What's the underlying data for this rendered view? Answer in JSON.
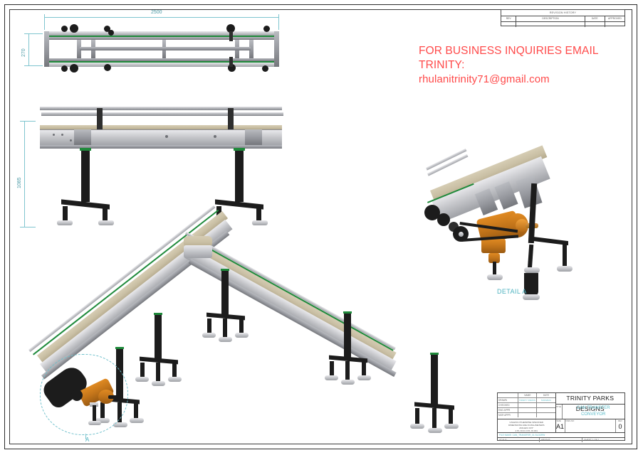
{
  "sheet": {
    "background": "#ffffff",
    "border_color": "#2b2b2b"
  },
  "revision_table": {
    "title": "REVISION HISTORY",
    "columns": [
      "REV",
      "DESCRIPTION",
      "DATE",
      "APPROVED"
    ],
    "rows": []
  },
  "contact_note": {
    "line1": "FOR BUSINESS INQUIRIES EMAIL TRINITY:",
    "line2": "rhulanitrinity71@gmail.com",
    "color": "#ff4a4a"
  },
  "dimensions": {
    "top_view_length": "2500",
    "top_view_width": "270",
    "side_view_height": "1085",
    "color": "#4b9aa6"
  },
  "detail": {
    "label": "DETAIL A",
    "callout_letter": "A",
    "color": "#4fb3c0"
  },
  "title_block": {
    "header_name": "NAME",
    "header_date": "DATE",
    "rows": [
      {
        "label": "DRAWN",
        "name": "TRINITY PARKS",
        "date": "5/18/2023"
      },
      {
        "label": "CHECKED",
        "name": "",
        "date": ""
      },
      {
        "label": "ENG APPR",
        "name": "",
        "date": ""
      },
      {
        "label": "MGR APPR",
        "name": "",
        "date": ""
      }
    ],
    "notes": [
      "UNLESS OTHERWISE SPECIFIED",
      "DIMENSIONS ARE IN MILLIMETERS",
      "ANGLES ±0.5°",
      "2 PL ±0.01  3 PL ±0.001"
    ],
    "company": "TRINITY PARKS DESIGNS",
    "title_label": "TITLE",
    "title_line1": "CAN TRANSFER",
    "title_line2": "CONVEYOR",
    "size_label": "SIZE",
    "size_value": "A1",
    "dwg_label": "DWG NO",
    "dwg_value": "",
    "rev_label": "REV",
    "rev_value": "0",
    "file_name": "FILE NAME: CAN_TRANSFER_01.SLDDRW",
    "scale_label": "SCALE:",
    "weight_label": "WEIGHT:",
    "sheet_label": "SHEET 1 OF 1"
  },
  "views": {
    "top_view": "Top view of conveyor frame",
    "front_view": "Front elevation with legs",
    "iso_view": "Isometric view of full can transfer conveyor",
    "detail_view": "Detail A - drive motor and belt assembly"
  },
  "colors": {
    "belt": "#c9bfa4",
    "steel": "#c6c7cb",
    "green_stripe": "#1f8a3b",
    "motor_orange": "#c2741a",
    "black": "#1c1c1c",
    "dimension_teal": "#7fc5cf"
  }
}
